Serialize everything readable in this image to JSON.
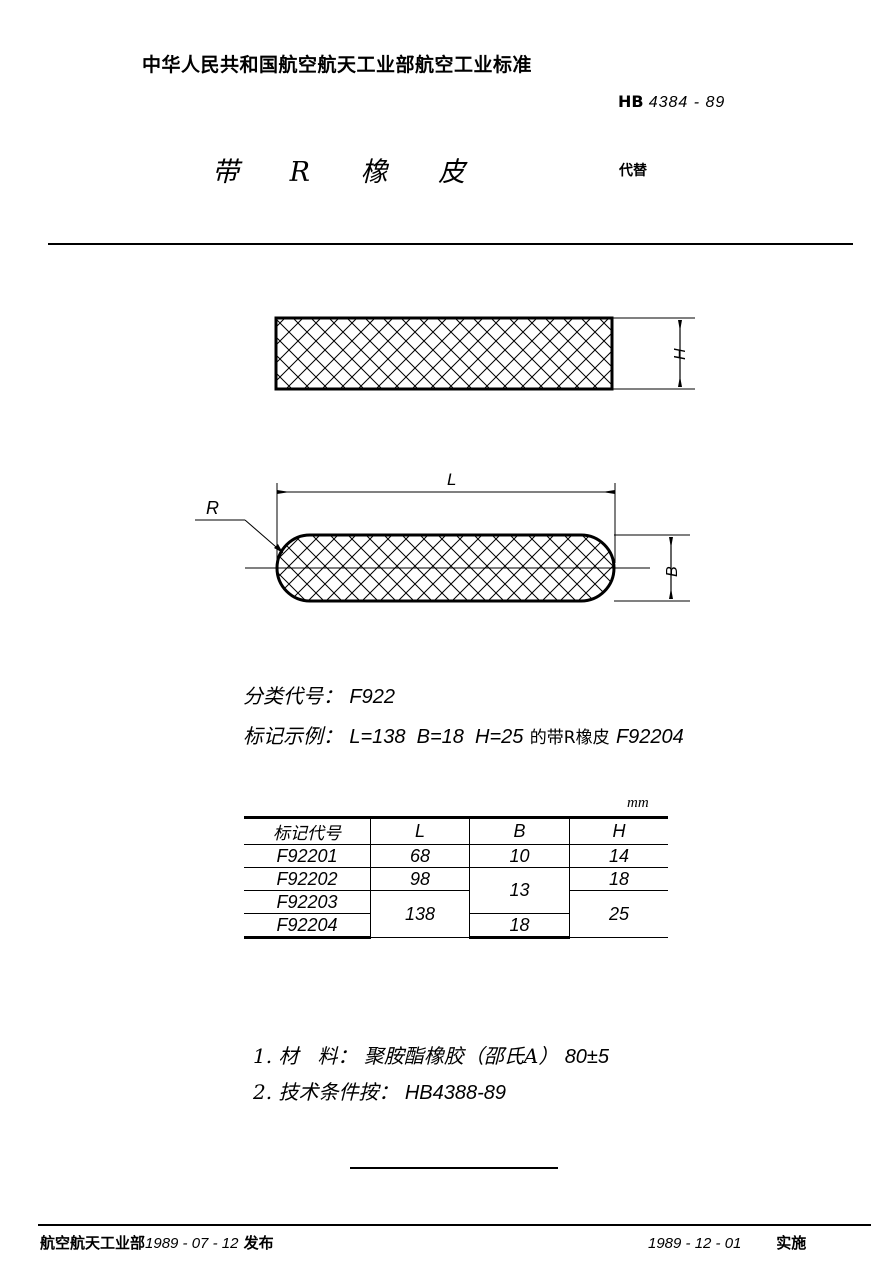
{
  "header": {
    "organization_standard": "中华人民共和国航空航天工业部航空工业标准",
    "standard_prefix": "HB",
    "standard_number": "4384 - 89",
    "title": "带 R 橡 皮",
    "replaces_label": "代替"
  },
  "drawing": {
    "top_view_dimension": "H",
    "front_view_length_label": "L",
    "front_view_width_label": "B",
    "radius_label": "R"
  },
  "info": {
    "classification_label": "分类代号：",
    "classification_code": "F922",
    "marking_example_label": "标记示例：",
    "marking_example_value": "L=138  B=18  H=25",
    "marking_example_suffix": "的带R橡皮",
    "marking_example_code": "F92204"
  },
  "table": {
    "unit": "mm",
    "headers": [
      "标记代号",
      "L",
      "B",
      "H"
    ],
    "rows": [
      {
        "code": "F92201",
        "L": "68",
        "B": "10",
        "H": "14"
      },
      {
        "code": "F92202",
        "L": "98",
        "B": "13",
        "H": "18"
      },
      {
        "code": "F92203",
        "L": "138",
        "B": "13",
        "H": "25"
      },
      {
        "code": "F92204",
        "L": "138",
        "B": "18",
        "H": "25"
      }
    ]
  },
  "notes": [
    {
      "label": "1. 材   料：",
      "value_cn": "聚胺酯橡胶（邵氏A）",
      "value": "80±5"
    },
    {
      "label": "2. 技术条件按：",
      "value_cn": "",
      "value": "HB4388-89"
    }
  ],
  "footer": {
    "issuer": "航空航天工业部",
    "issue_date": "1989 - 07 - 12",
    "issue_label": "发布",
    "effective_date": "1989 - 12 - 01",
    "effective_label": "实施"
  }
}
